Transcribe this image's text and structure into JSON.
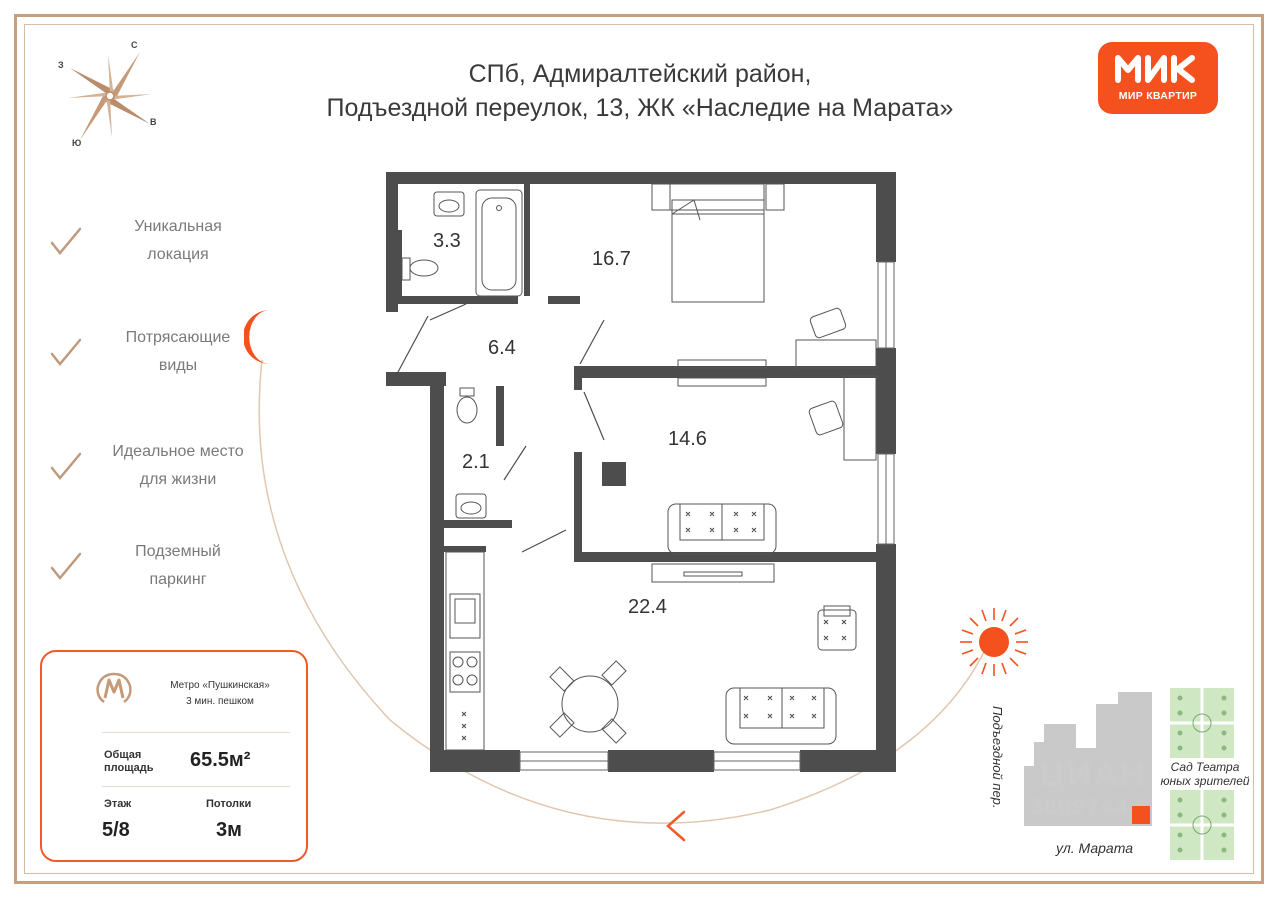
{
  "header": {
    "line1": "СПб, Адмиралтейский район,",
    "line2": "Подъездной переулок, 13, ЖК «Наследие на Марата»"
  },
  "logo": {
    "brand": "МИР КВАРТИР",
    "color": "#f4511e"
  },
  "compass": {
    "north": "С",
    "west": "З",
    "east": "В",
    "south": "Ю"
  },
  "features": [
    {
      "line1": "Уникальная",
      "line2": "локация"
    },
    {
      "line1": "Потрясающие",
      "line2": "виды"
    },
    {
      "line1": "Идеальное место",
      "line2": "для жизни"
    },
    {
      "line1": "Подземный",
      "line2": "паркинг"
    }
  ],
  "info": {
    "metro_name": "Метро «Пушкинская»",
    "metro_walk": "3 мин. пешком",
    "area_label_1": "Общая",
    "area_label_2": "площадь",
    "area_value": "65.5м²",
    "floor_label": "Этаж",
    "floor_value": "5/8",
    "ceiling_label": "Потолки",
    "ceiling_value": "3м"
  },
  "rooms": {
    "bath": "3.3",
    "bedroom": "16.7",
    "hall": "6.4",
    "wc": "2.1",
    "living": "14.6",
    "kitchen": "22.4"
  },
  "site_map": {
    "street_side": "Подъездной пер.",
    "street_bottom": "ул. Марата",
    "park_line1": "Сад Театра",
    "park_line2": "юных зрителей",
    "watermark_1": "ЦИАН",
    "watermark_2": "3809744"
  },
  "colors": {
    "accent": "#ef5a27",
    "frame": "#c79f7e",
    "wall": "#4d4d4d",
    "check": "#c09a7c"
  }
}
